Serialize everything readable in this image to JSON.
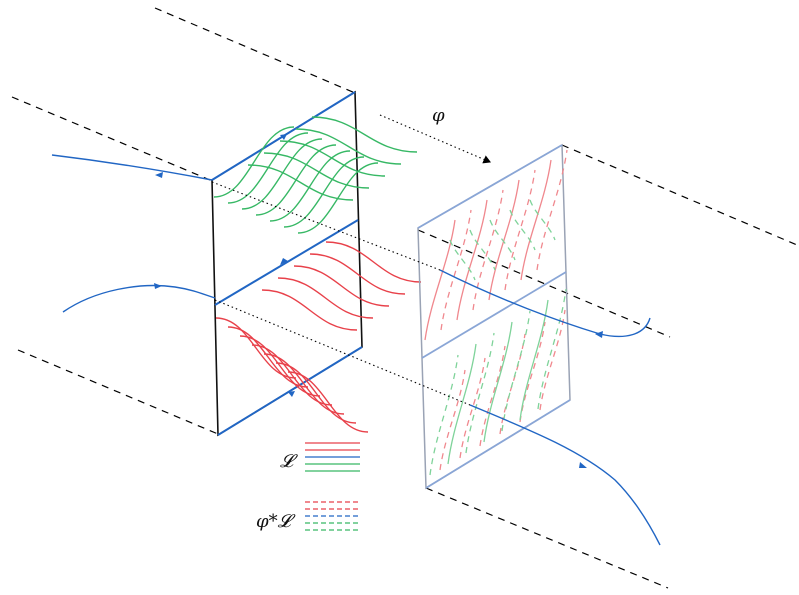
{
  "labels": {
    "map": "φ",
    "legend_original": "𝓛",
    "legend_pushforward": "φ*𝓛"
  },
  "colors": {
    "blue": "#2166c4",
    "blue_light": "#7f9fd0",
    "red": "#e8414a",
    "red_light": "#f0888e",
    "green": "#37b865",
    "green_light": "#7fd39a",
    "black": "#000000"
  }
}
